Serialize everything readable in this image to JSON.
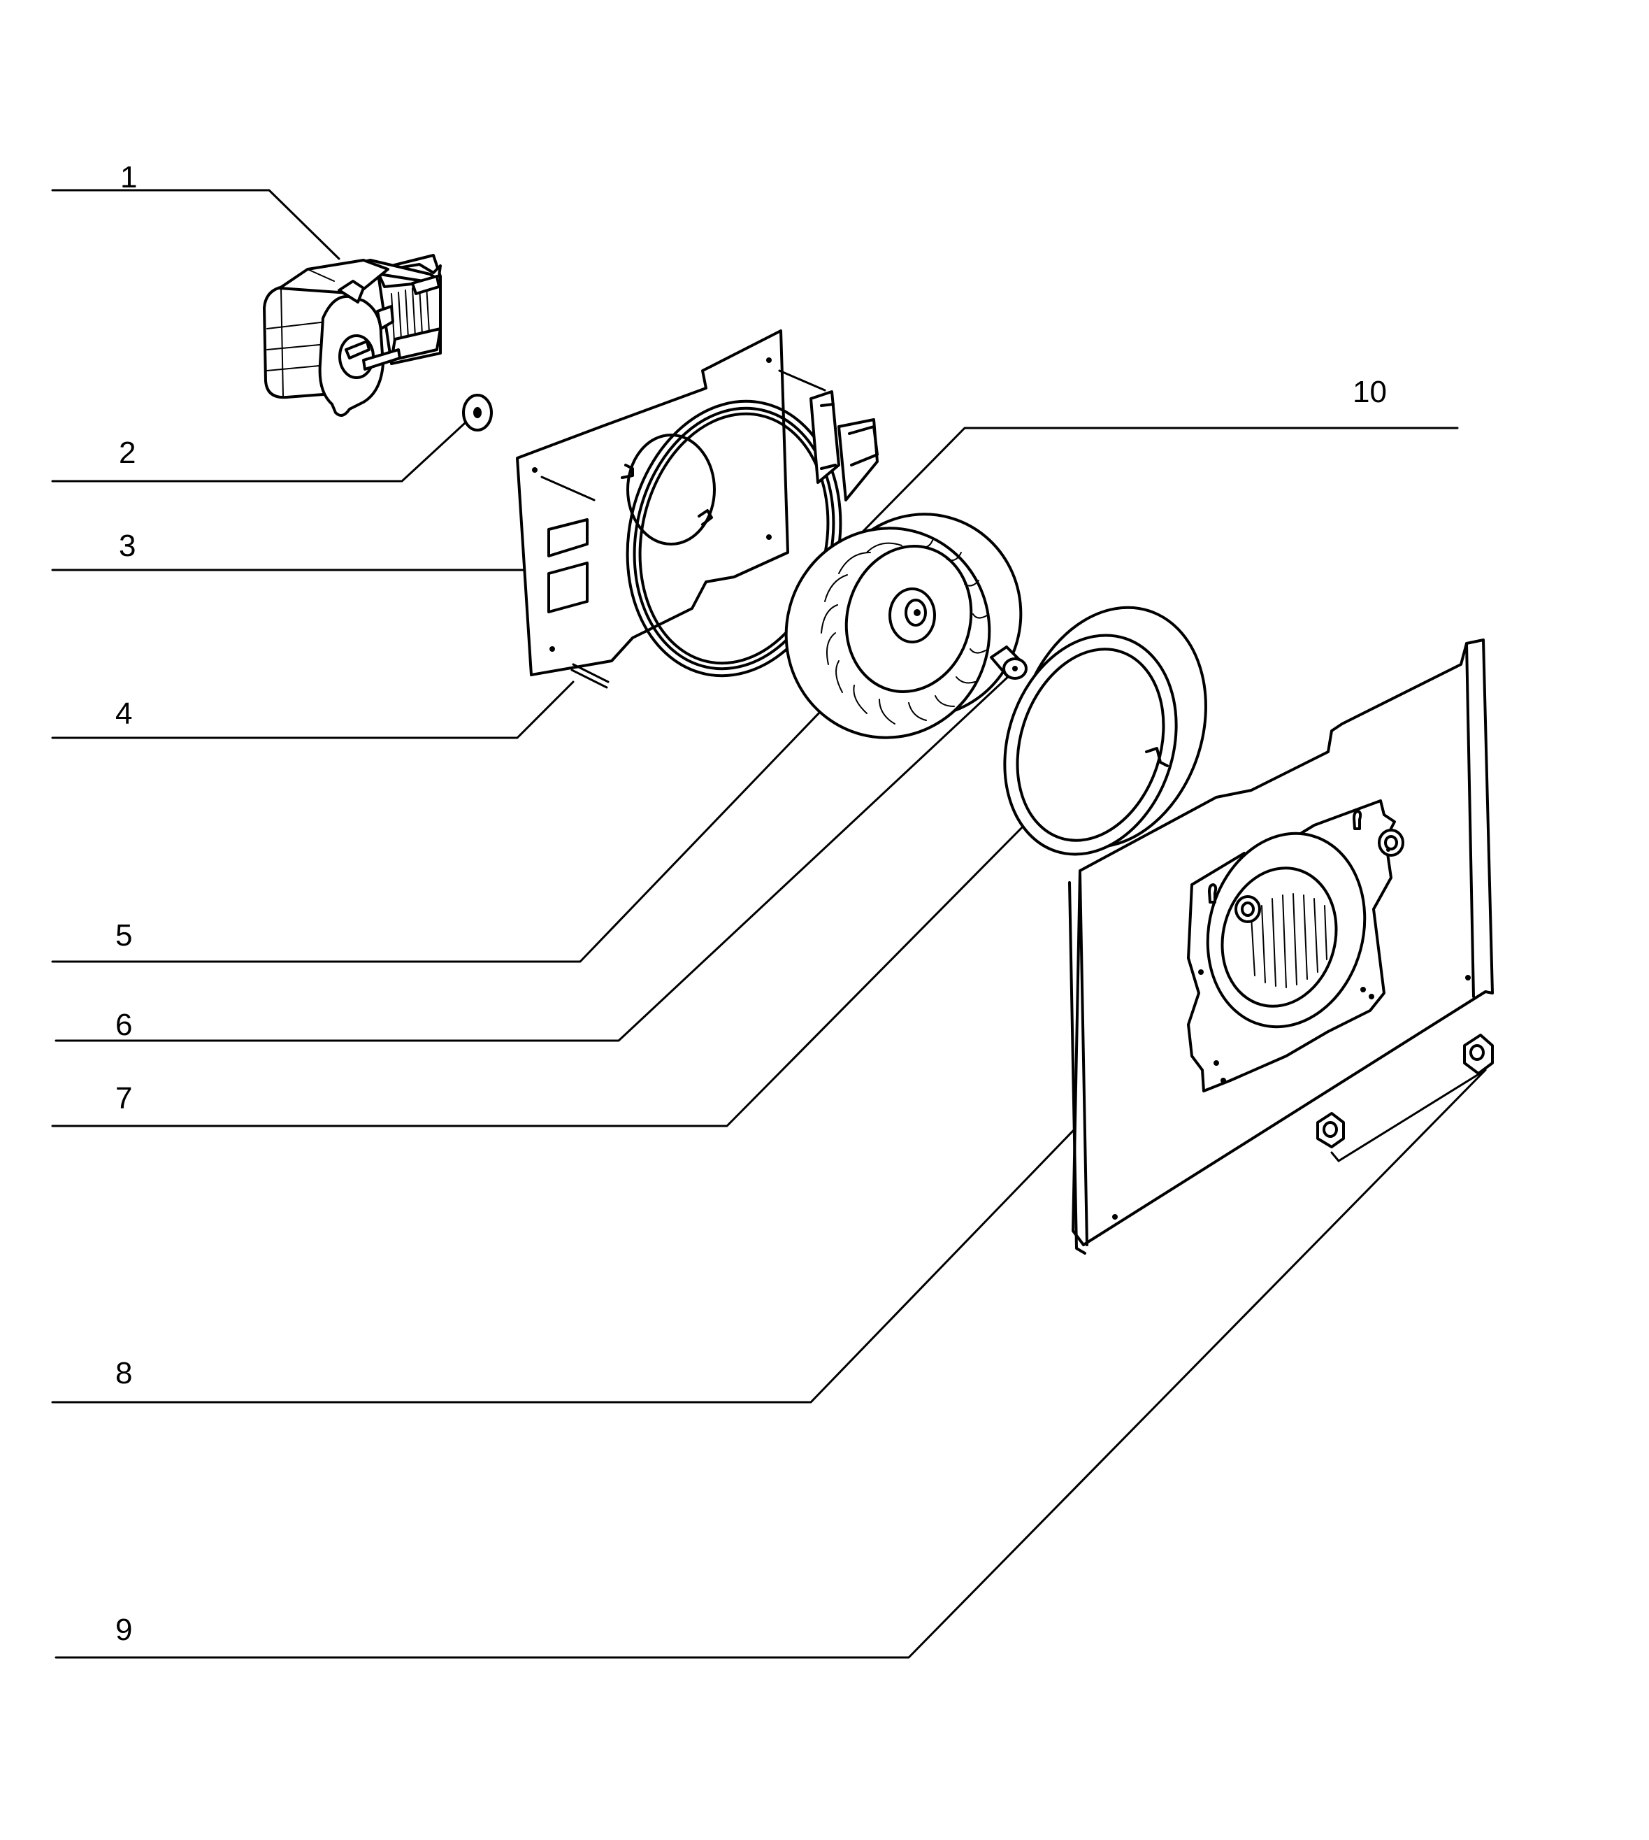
{
  "callouts": [
    {
      "id": "1",
      "label": "1"
    },
    {
      "id": "2",
      "label": "2"
    },
    {
      "id": "3",
      "label": "3"
    },
    {
      "id": "4",
      "label": "4"
    },
    {
      "id": "5",
      "label": "5"
    },
    {
      "id": "6",
      "label": "6"
    },
    {
      "id": "7",
      "label": "7"
    },
    {
      "id": "8",
      "label": "8"
    },
    {
      "id": "9",
      "label": "9"
    },
    {
      "id": "10",
      "label": "10"
    }
  ],
  "colors": {
    "ink": "#000000",
    "paper": "#ffffff"
  }
}
